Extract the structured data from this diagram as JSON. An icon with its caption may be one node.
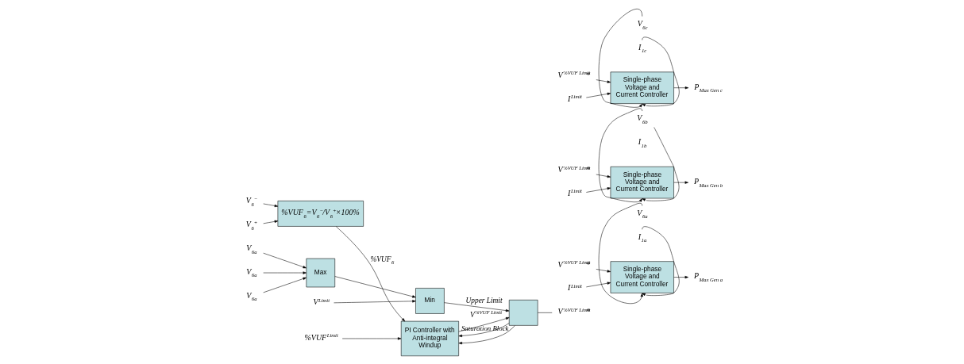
{
  "diagram": {
    "nodes": [
      {
        "text": [
          "V$_{6a}$"
        ]
      },
      {
        "text": [
          "V$_{6a}$"
        ]
      },
      {
        "text": [
          "V$_{6a}$"
        ]
      },
      {
        "text": [
          "Max"
        ]
      },
      {
        "text": [
          "V$^{Limit}$"
        ]
      },
      {
        "text": [
          "Min"
        ]
      },
      {
        "text": [
          "%VUF$^{Limit}$"
        ]
      },
      {
        "text": [
          "PI Controller with Anti-integral Windup"
        ]
      },
      {
        "text": [
          "V$_{6}$$^{+}$"
        ]
      },
      {
        "text": [
          "V$_{6}$$^{−}$"
        ]
      },
      {
        "text": [
          "%VUF$_{6}$=V$_{6}$$^{−}$/V$_{6}$$^{+}$×100%"
        ]
      },
      {
        "text": [],
        "shape": "box",
        "beside": [
          "Saturation Block"
        ]
      },
      {
        "text": [
          "V$^{%VUF Limit}$*"
        ]
      },
      {
        "text": [
          "V$^{%VUF Limit}$*"
        ]
      },
      {
        "text": [
          "I$^{Limit}$"
        ]
      },
      {
        "text": [
          "Single-phase Voltage and Current Controller"
        ]
      },
      {
        "text": [
          "P$_{Max Gen a}$"
        ]
      },
      {
        "text": [
          "V$_{6a}$"
        ]
      },
      {
        "text": [
          "I$_{1a}$"
        ]
      },
      {
        "text": [
          "V$^{%VUF Limit}$*"
        ]
      },
      {
        "text": [
          "I$^{Limit}$"
        ]
      },
      {
        "text": [
          "Single-phase Voltage and Current Controller"
        ]
      },
      {
        "text": [
          "P$_{Max Gen b}$"
        ]
      },
      {
        "text": [
          "V$_{6b}$"
        ]
      },
      {
        "text": [
          "I$_{1b}$"
        ]
      },
      {
        "text": [
          "V$^{%VUF Limit}$*"
        ]
      },
      {
        "text": [
          "I$^{Limit}$"
        ]
      },
      {
        "text": [
          "Single-phase Voltage and Current Controller"
        ]
      },
      {
        "text": [
          "P$_{Max Gen c}$"
        ]
      },
      {
        "text": [
          "V$_{6c}$"
        ]
      },
      {
        "text": [
          "I$_{1c}$"
        ]
      }
    ],
    "edges": [
      {
        "from": 0,
        "to": 3,
        "arrow": "to"
      },
      {
        "from": 1,
        "to": 3,
        "arrow": "to"
      },
      {
        "from": 2,
        "to": 3,
        "arrow": "to"
      },
      {
        "from": 4,
        "to": 5,
        "arrow": "to"
      },
      {
        "from": 3,
        "to": 5,
        "arrow": "to"
      },
      {
        "from": 5,
        "to": 11,
        "arrow": "to",
        "label": "Upper Limit"
      },
      {
        "from": 6,
        "to": 7,
        "arrow": "to"
      },
      {
        "from": 8,
        "to": 10,
        "arrow": "to"
      },
      {
        "from": 9,
        "to": 10,
        "arrow": "to"
      },
      {
        "from": 10,
        "to": 7,
        "arrow": "to",
        "label": "%VUF$_{6}$"
      },
      {
        "from": 7,
        "to": 11,
        "arrow": "to",
        "label": "V$^{%VUF Limit}$"
      },
      {
        "from": 11,
        "to": 7,
        "arrow": "to"
      },
      {
        "from": 11,
        "to": 7,
        "arrow": "to"
      },
      {
        "from": 11,
        "to": 12,
        "arrow": "none"
      },
      {
        "from": 13,
        "to": 15,
        "arrow": "to"
      },
      {
        "from": 14,
        "to": 15,
        "arrow": "to"
      },
      {
        "from": 15,
        "to": 16,
        "arrow": "to"
      },
      {
        "from": 17,
        "to": 15,
        "arrow": "to"
      },
      {
        "from": 18,
        "to": 15,
        "arrow": "to"
      },
      {
        "from": 19,
        "to": 21,
        "arrow": "to"
      },
      {
        "from": 20,
        "to": 21,
        "arrow": "to"
      },
      {
        "from": 21,
        "to": 22,
        "arrow": "to"
      },
      {
        "from": 23,
        "to": 21,
        "arrow": "to"
      },
      {
        "from": 24,
        "to": 21,
        "arrow": "to"
      },
      {
        "from": 25,
        "to": 27,
        "arrow": "to"
      },
      {
        "from": 26,
        "to": 27,
        "arrow": "to"
      },
      {
        "from": 27,
        "to": 28,
        "arrow": "to"
      },
      {
        "from": 29,
        "to": 27,
        "arrow": "to"
      },
      {
        "from": 30,
        "to": 27,
        "arrow": "to"
      }
    ]
  }
}
